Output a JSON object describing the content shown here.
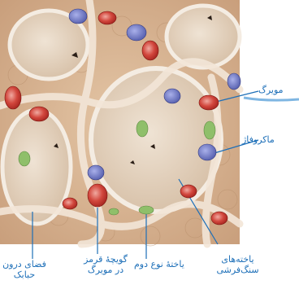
{
  "labels": {
    "capillary": "مویرگ",
    "macrophage": "ماکروفاژ",
    "alveolar_space": [
      "فضای درون",
      "حبابک"
    ],
    "red_blood_cell": [
      "گویچهٔ قرمز",
      "در مویرگ"
    ],
    "type2_cell": "یاختهٔ نوع دوم",
    "squamous_cells": [
      "یاخته‌های",
      "سنگ‌فرشی"
    ]
  },
  "colors": {
    "label_text": "#1d6fb8",
    "tissue": "#d9b89a",
    "alveolus": "#e8dccb",
    "red_cell": "#c8322c",
    "macrophage": "#6f78c8",
    "type2_cell": "#8fbf6a",
    "capillary_wall": "#f1e4d6"
  }
}
